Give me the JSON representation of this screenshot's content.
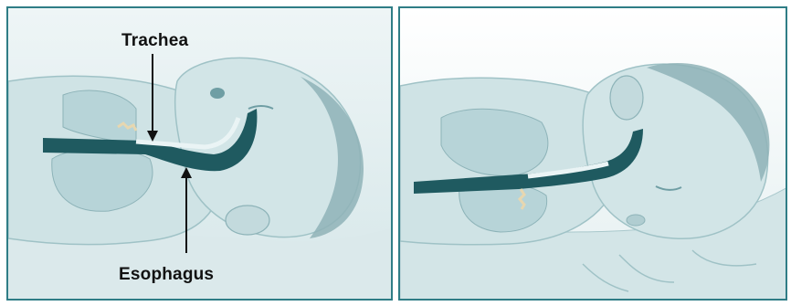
{
  "figure": {
    "panels": [
      {
        "id": "back-sleeping",
        "labels": {
          "trachea": "Trachea",
          "esophagus": "Esophagus"
        }
      },
      {
        "id": "stomach-sleeping"
      }
    ],
    "colors": {
      "frame": "#2f7d86",
      "skin": "#cfe3e5",
      "skin_shadow": "#9fc2c6",
      "airway_dark": "#1f5a60",
      "lung": "#b7d4d8",
      "hair": "#8fb3b7",
      "label_text": "#111111"
    }
  }
}
